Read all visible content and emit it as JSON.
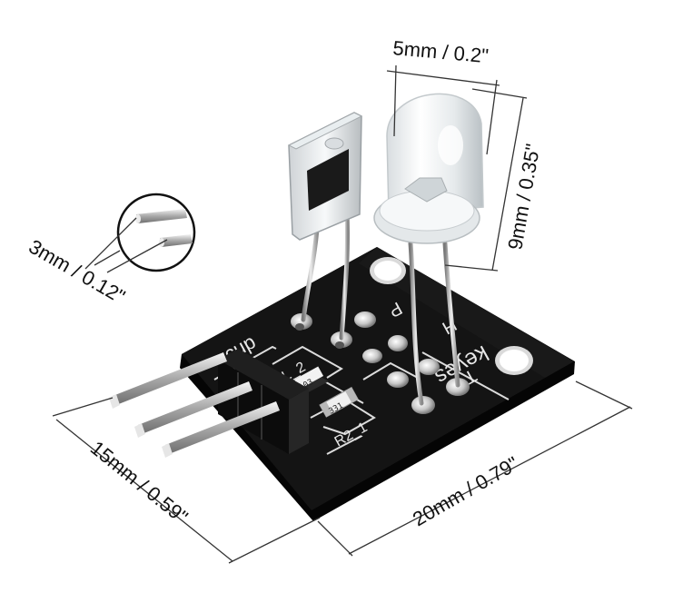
{
  "dimensions": {
    "led_diameter": "5mm / 0.2\"",
    "led_height": "9mm / 0.35\"",
    "pin_pitch": "3mm / 0.12\"",
    "pin_width": "15mm / 0.59\"",
    "board_length": "20mm / 0.79\""
  },
  "board_markings": {
    "brand": "keyes",
    "left_label": "cup",
    "l2": "L_2",
    "r2": "R2_1",
    "h": "H",
    "p": "P",
    "t": "T",
    "resistor_1": "103",
    "resistor_2": "331"
  },
  "colors": {
    "board": "#121212",
    "silkscreen": "#e8e8e8",
    "pad": "#bfbfbf",
    "dimension_line": "#333333"
  }
}
